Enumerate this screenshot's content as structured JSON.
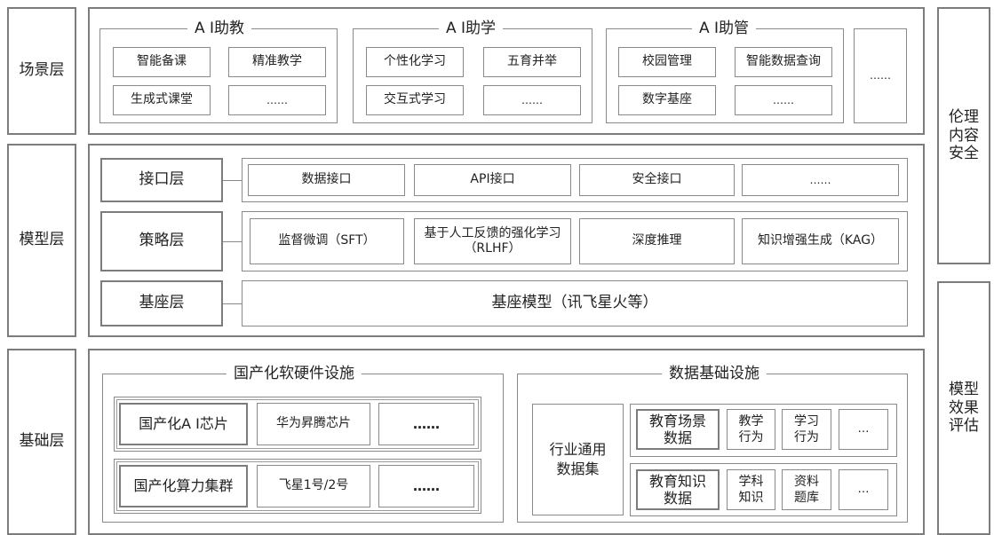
{
  "layers": {
    "scene": "场景层",
    "model": "模型层",
    "base": "基础层"
  },
  "right": {
    "ethics": "伦理\n内容\n安全",
    "eval": "模型\n效果\n评估"
  },
  "scene": {
    "teach": {
      "title": "A I助教",
      "items": [
        "智能备课",
        "精准教学",
        "生成式课堂",
        "……"
      ]
    },
    "learn": {
      "title": "A I助学",
      "items": [
        "个性化学习",
        "五育并举",
        "交互式学习",
        "……"
      ]
    },
    "manage": {
      "title": "A I助管",
      "items": [
        "校园管理",
        "智能数据查询",
        "数字基座",
        "……"
      ]
    },
    "more": "……"
  },
  "model": {
    "interface": {
      "label": "接口层",
      "items": [
        "数据接口",
        "API接口",
        "安全接口",
        "……"
      ]
    },
    "strategy": {
      "label": "策略层",
      "items": [
        "监督微调（SFT）",
        "基于人工反馈的强化学习（RLHF）",
        "深度推理",
        "知识增强生成（KAG）"
      ]
    },
    "foundation": {
      "label": "基座层",
      "content": "基座模型（讯飞星火等）"
    }
  },
  "base": {
    "hw": {
      "title": "国产化软硬件设施",
      "row1": [
        "国产化A I芯片",
        "华为昇腾芯片",
        "……"
      ],
      "row2": [
        "国产化算力集群",
        "飞星1号/2号",
        "……"
      ]
    },
    "data": {
      "title": "数据基础设施",
      "general": "行业通用\n数据集",
      "scene": {
        "label": "教育场景\n数据",
        "items": [
          "教学\n行为",
          "学习\n行为",
          "…"
        ]
      },
      "knowledge": {
        "label": "教育知识\n数据",
        "items": [
          "学科\n知识",
          "资料\n题库",
          "…"
        ]
      }
    }
  }
}
